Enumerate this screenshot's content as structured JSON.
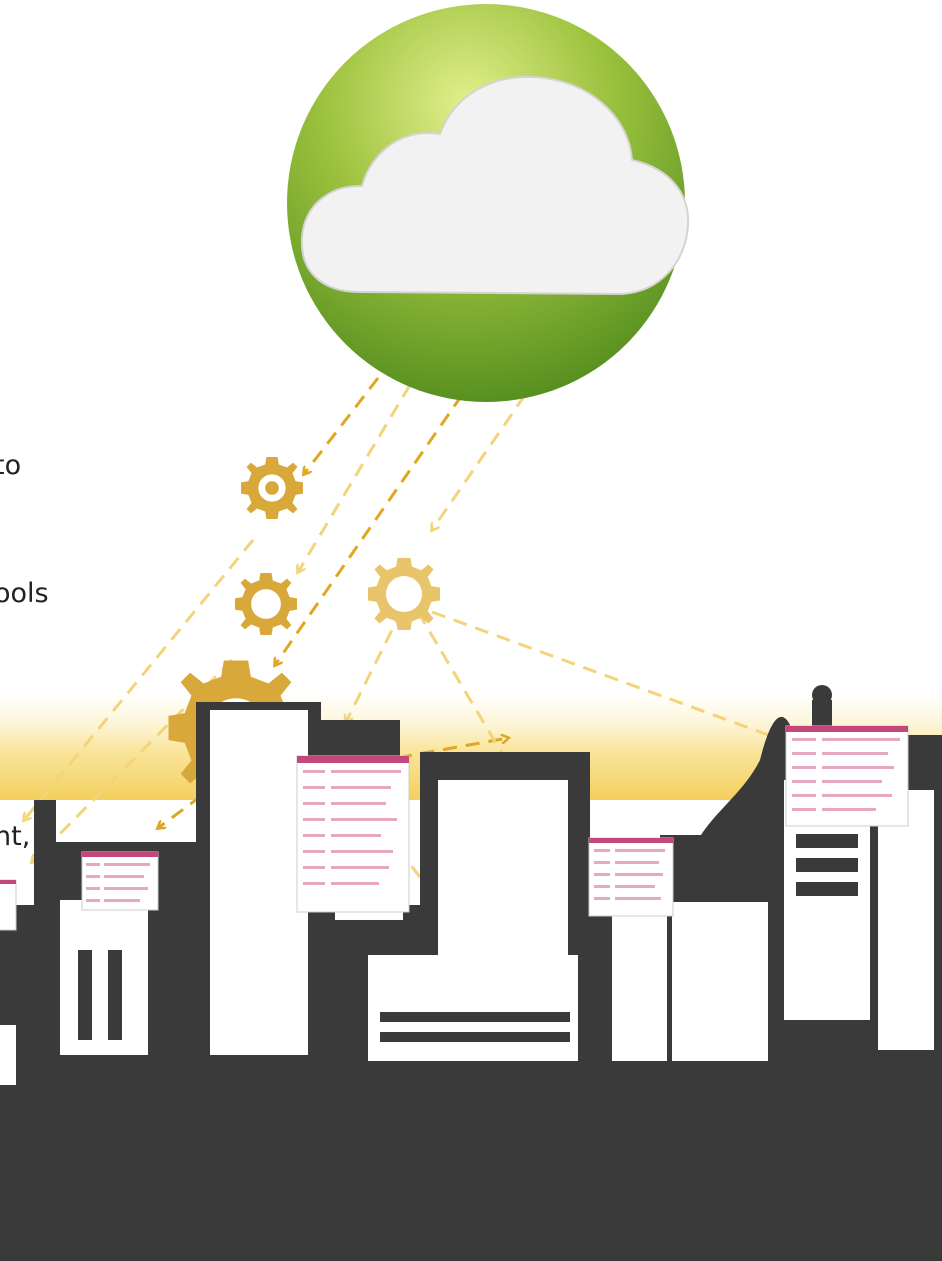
{
  "text_fragments": [
    "to",
    "ools",
    "nt,"
  ],
  "colors": {
    "cloud_green_light": "#d6e87a",
    "cloud_green_dark": "#5a8f1e",
    "cloud_white": "#f2f2f2",
    "gear_gold": "#d8a93a",
    "gear_gold_light": "#e8c56a",
    "arrow_dark": "#dfa722",
    "arrow_light": "#f3d47b",
    "skyline_dark": "#3a3a3a",
    "glow": "#f7dc7a",
    "screen_header": "#c2477a",
    "building_white": "#ffffff"
  },
  "icons": [
    "cloud-icon",
    "gear-icon"
  ]
}
